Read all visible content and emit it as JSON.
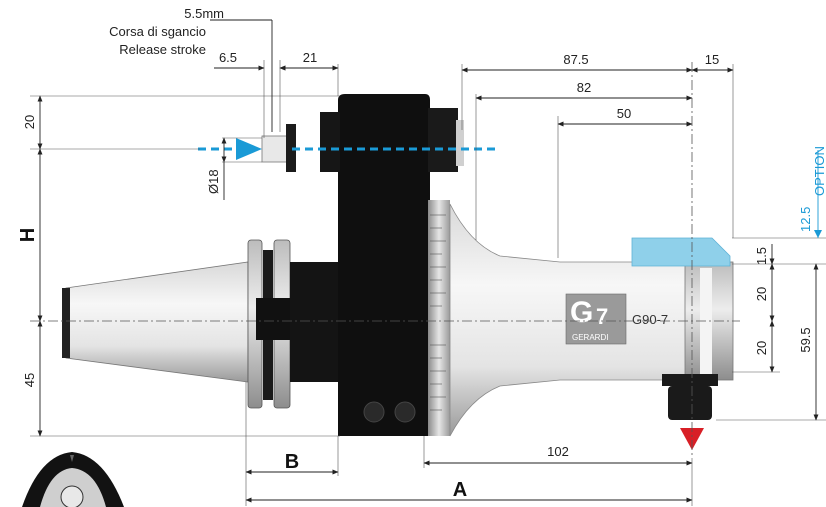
{
  "colors": {
    "accent_blue": "#1a9ad6",
    "marker_red": "#d81f26",
    "tool_body": "#111111",
    "option_insert": "#8fd0ea"
  },
  "labels": {
    "stroke_value": "5.5mm",
    "stroke_it": "Corsa di sgancio",
    "stroke_en": "Release stroke",
    "option": "OPTION",
    "model": "G90-7",
    "brand": "GERARDI"
  },
  "dimensions": {
    "d_6_5": "6.5",
    "d_21": "21",
    "d_87_5": "87.5",
    "d_15": "15",
    "d_82": "82",
    "d_50": "50",
    "d_20_top": "20",
    "d_h": "H",
    "d_diam18": "Ø18",
    "d_45": "45",
    "d_12_5": "12.5",
    "d_1_5": "1.5",
    "d_20_upper": "20",
    "d_20_lower": "20",
    "d_59_5": "59.5",
    "d_102": "102",
    "d_b": "B",
    "d_a": "A"
  }
}
